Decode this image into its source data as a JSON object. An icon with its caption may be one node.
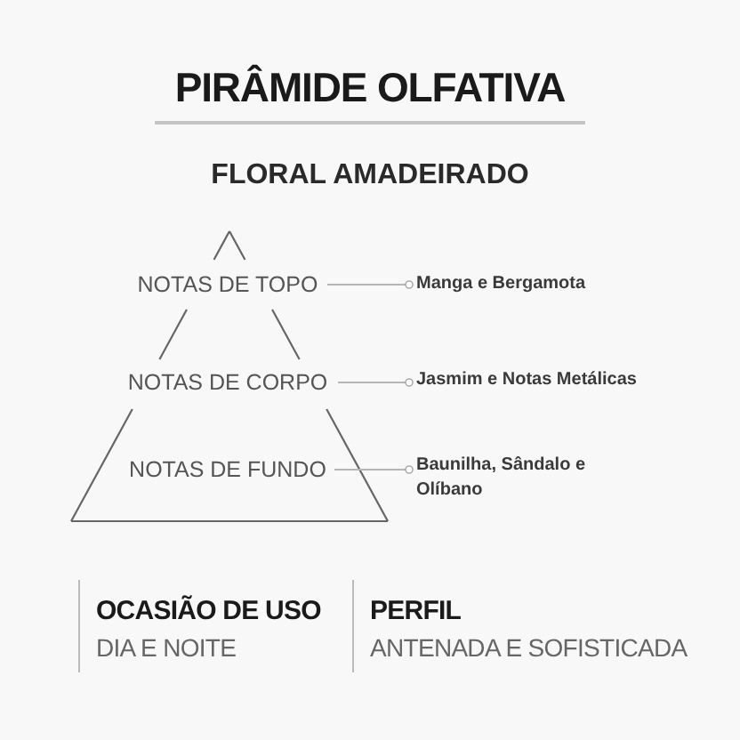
{
  "diagram": {
    "title": "PIRÂMIDE OLFATIVA",
    "nodes": [
      {
        "text": [
          "NOTAS DE TOPO"
        ]
      },
      {
        "text": [
          "NOTAS DE CORPO"
        ]
      },
      {
        "text": [
          "NOTAS DE FUNDO"
        ]
      },
      {
        "text": [
          "Manga e Bergamota"
        ]
      },
      {
        "text": [
          "Jasmim e Notas Metálicas"
        ]
      },
      {
        "text": [
          "Baunilha, Sândalo e Olíbano"
        ]
      }
    ],
    "edges": [
      {
        "from": 0,
        "to": 3,
        "arrow": "other"
      },
      {
        "from": 1,
        "to": 4,
        "arrow": "other"
      },
      {
        "from": 2,
        "to": 5,
        "arrow": "other"
      }
    ],
    "labels": [
      "FLORAL AMADEIRADO",
      "OCASIÃO DE USO",
      "DIA E NOITE",
      "PERFIL",
      "ANTENADA E SOFISTICADA"
    ]
  }
}
